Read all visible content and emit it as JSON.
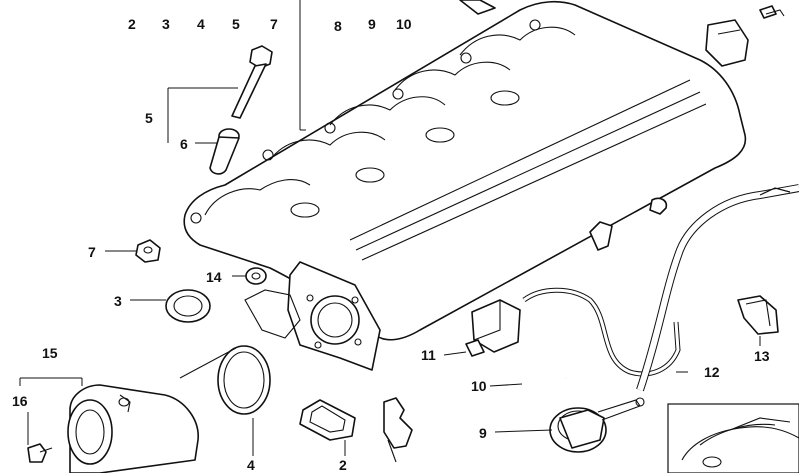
{
  "diagram": {
    "callouts": {
      "top_2": "2",
      "top_3": "3",
      "top_4": "4",
      "top_5": "5",
      "top_7": "7",
      "top_8": "8",
      "top_9": "9",
      "top_10": "10",
      "bolt_5": "5",
      "bolt_6": "6",
      "left_7": "7",
      "left_14": "14",
      "left_3": "3",
      "left_15": "15",
      "left_16": "16",
      "bottom_4": "4",
      "bottom_2": "2",
      "right_11": "11",
      "right_10": "10",
      "right_9": "9",
      "right_12": "12",
      "right_13": "13"
    }
  }
}
